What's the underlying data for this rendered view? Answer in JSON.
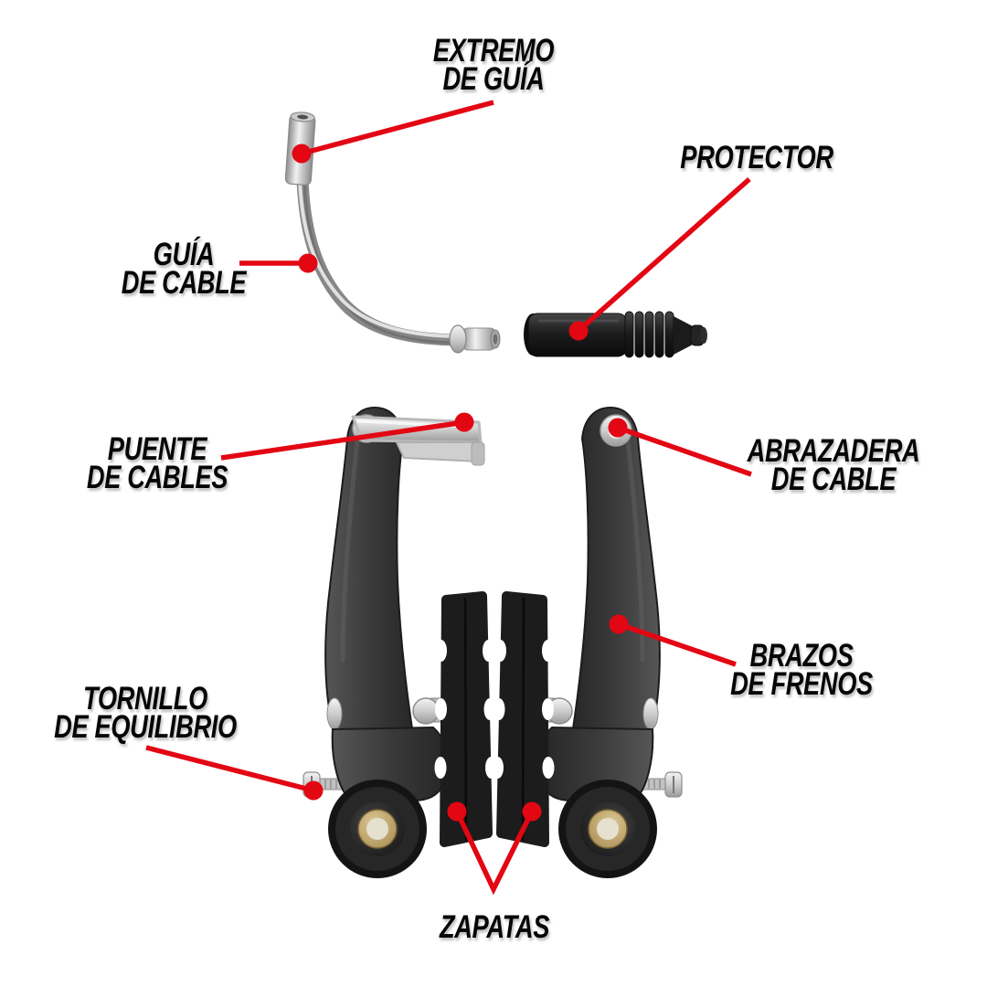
{
  "colors": {
    "background": "#ffffff",
    "label_text": "#060606",
    "leader_line": "#e30613"
  },
  "labels": {
    "extremo_de_guia": {
      "line1": "EXTREMO",
      "line2": "DE GUÍA"
    },
    "protector": {
      "line1": "PROTECTOR",
      "line2": ""
    },
    "guia_de_cable": {
      "line1": "GUÍA",
      "line2": "DE CABLE"
    },
    "puente_de_cables": {
      "line1": "PUENTE",
      "line2": "DE CABLES"
    },
    "abrazadera_de_cable": {
      "line1": "ABRAZADERA",
      "line2": "DE CABLE"
    },
    "brazos_de_frenos": {
      "line1": "BRAZOS",
      "line2": "DE FRENOS"
    },
    "tornillo_de_equilibrio": {
      "line1": "TORNILLO",
      "line2": "DE EQUILIBRIO"
    },
    "zapatas": {
      "line1": "ZAPATAS",
      "line2": ""
    }
  }
}
